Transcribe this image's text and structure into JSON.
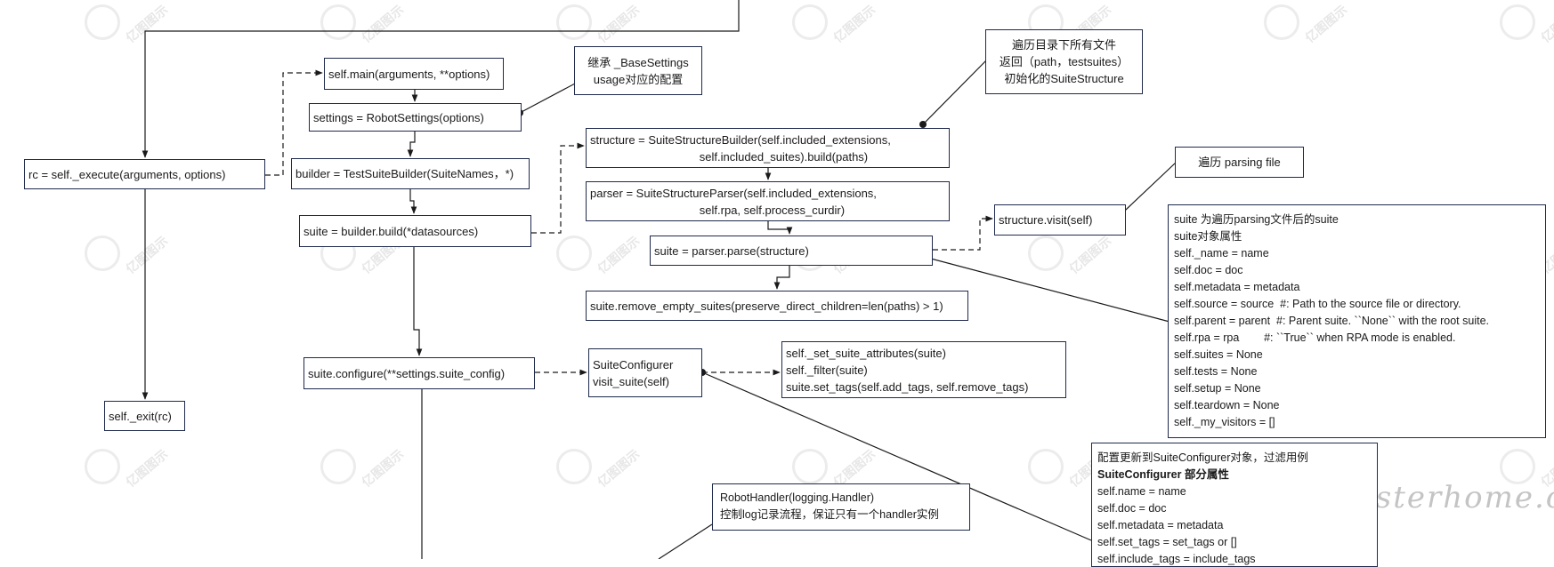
{
  "nodes": {
    "rc_execute": "rc = self._execute(arguments, options)",
    "self_exit": "self._exit(rc)",
    "self_main": "self.main(arguments, **options)",
    "settings": "settings = RobotSettings(options)",
    "builder": "builder = TestSuiteBuilder(SuiteNames，*)",
    "suite_build": "suite = builder.build(*datasources)",
    "suite_configure": "suite.configure(**settings.suite_config)",
    "structure_builder": [
      "structure = SuiteStructureBuilder(self.included_extensions,",
      "                                  self.included_suites).build(paths)"
    ],
    "parser": [
      "parser = SuiteStructureParser(self.included_extensions,",
      "                                  self.rpa, self.process_curdir)"
    ],
    "suite_parse": "suite = parser.parse(structure)",
    "remove_empty": "suite.remove_empty_suites(preserve_direct_children=len(paths) > 1)",
    "structure_visit": "structure.visit(self)",
    "suite_configurer": [
      "SuiteConfigurer",
      "visit_suite(self)"
    ],
    "configurer_calls": [
      "self._set_suite_attributes(suite)",
      "self._filter(suite)",
      "suite.set_tags(self.add_tags, self.remove_tags)"
    ]
  },
  "notes": {
    "base_settings": [
      "继承 _BaseSettings",
      "usage对应的配置"
    ],
    "traverse_dir": [
      "遍历目录下所有文件",
      "返回（path，testsuites）",
      "初始化的SuiteStructure"
    ],
    "traverse_parsing": "遍历 parsing file",
    "suite_attrs": [
      "suite 为遍历parsing文件后的suite",
      "suite对象属性",
      "self._name = name",
      "self.doc = doc",
      "self.metadata = metadata",
      "self.source = source  #: Path to the source file or directory.",
      "self.parent = parent  #: Parent suite. ``None`` with the root suite.",
      "self.rpa = rpa        #: ``True`` when RPA mode is enabled.",
      "self.suites = None",
      "self.tests = None",
      "self.setup = None",
      "self.teardown = None",
      "self._my_visitors = []"
    ],
    "configurer_attrs": {
      "intro": "配置更新到SuiteConfigurer对象，过滤用例",
      "heading": "SuiteConfigurer 部分属性",
      "lines": [
        "self.name = name",
        "self.doc = doc",
        "self.metadata = metadata",
        "self.set_tags = set_tags or []",
        "self.include_tags = include_tags"
      ]
    },
    "robot_handler": [
      "RobotHandler(logging.Handler)",
      "控制log记录流程，保证只有一个handler实例"
    ]
  },
  "watermark": {
    "text": "亿图图示",
    "signature": "testerhome.com"
  },
  "colors": {
    "border": "#1f2a4d",
    "line": "#1a1a1a",
    "background": "#ffffff"
  }
}
